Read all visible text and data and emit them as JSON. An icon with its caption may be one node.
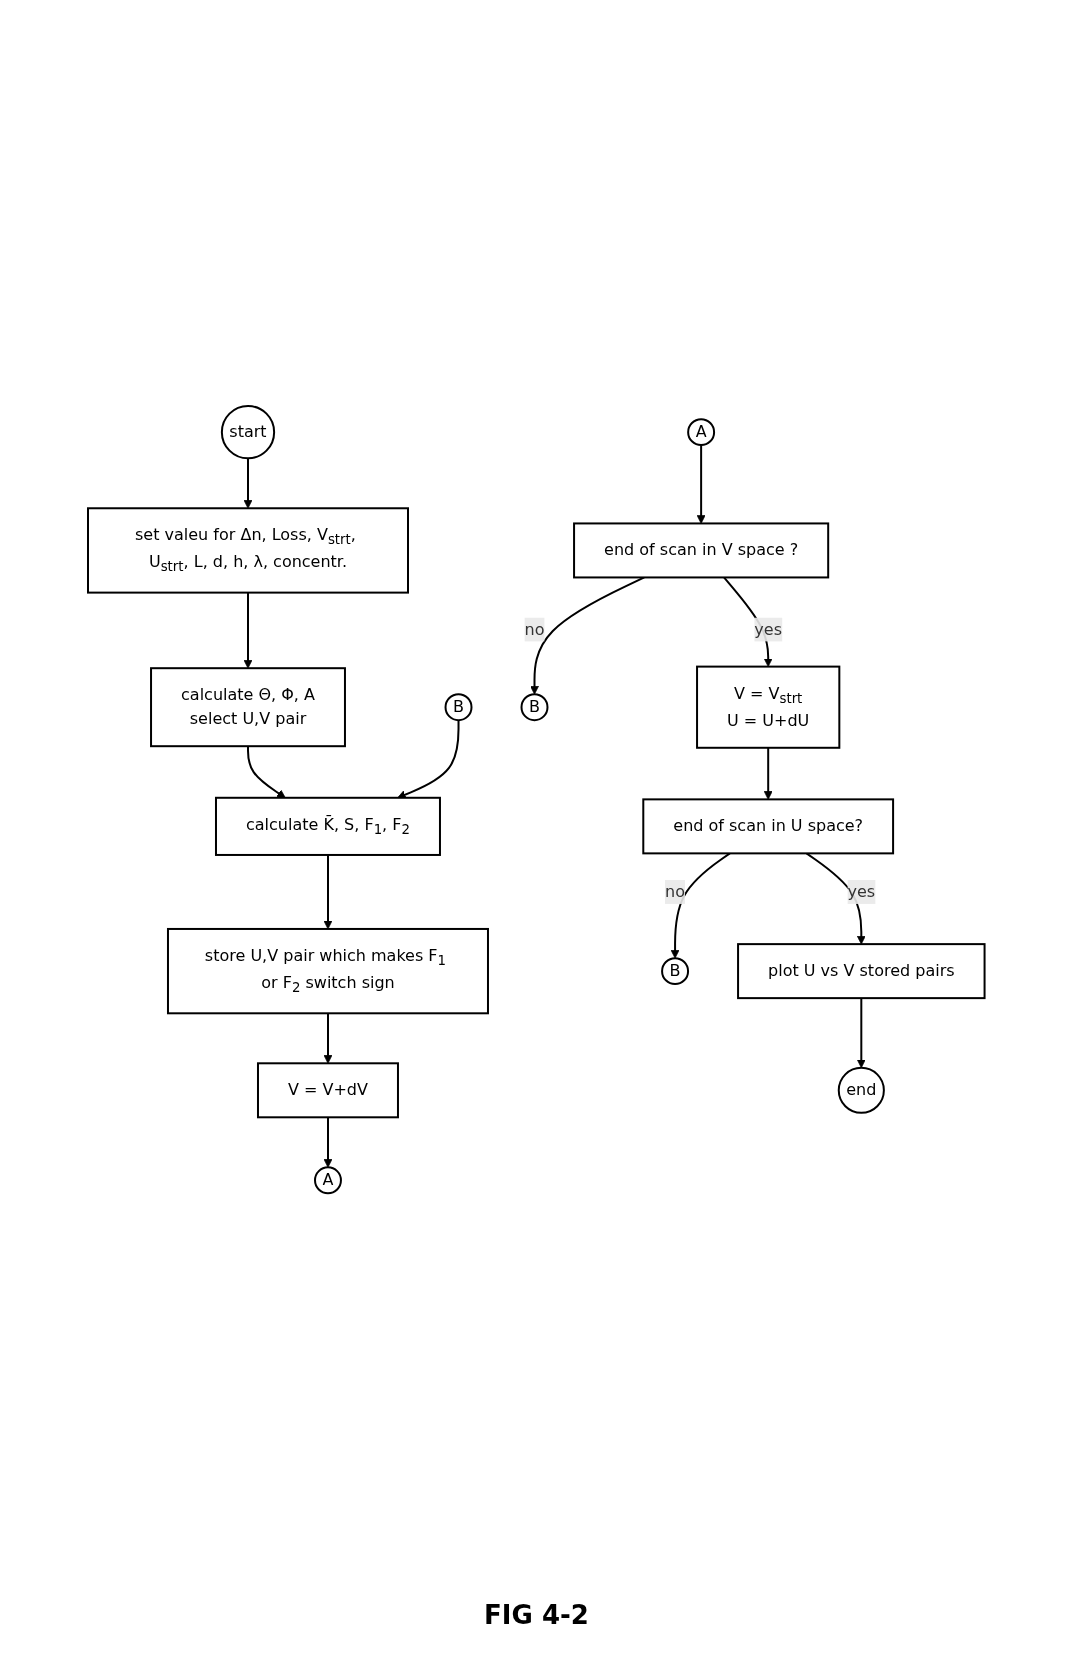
{
  "diagram": {
    "caption": "FIG 4-2",
    "nodes": [
      {
        "text": [
          "start"
        ]
      },
      {
        "text": [
          "set valeu for Δn, Loss, V$_{strt}$, U$_{strt}$, L, d, h, λ, concentr."
        ]
      },
      {
        "text": [
          "calculate Θ, Φ, A",
          "select U,V pair"
        ]
      },
      {
        "text": [
          "B"
        ]
      },
      {
        "text": [
          "calculate K̄, S, F$_{1}$, F$_{2}$"
        ]
      },
      {
        "text": [
          "store U,V pair which makes F$_{1}$ or F$_{2}$ switch sign"
        ]
      },
      {
        "text": [
          "V = V+dV"
        ]
      },
      {
        "text": [
          "A"
        ]
      },
      {
        "text": [
          "A"
        ]
      },
      {
        "text": [
          "end of scan in V space ?"
        ]
      },
      {
        "text": [
          "B"
        ]
      },
      {
        "text": [
          "V = V$_{strt}$",
          "U = U+dU"
        ]
      },
      {
        "text": [
          "end of scan in U space?"
        ]
      },
      {
        "text": [
          "B"
        ]
      },
      {
        "text": [
          "plot U vs V stored pairs"
        ]
      },
      {
        "text": [
          "end"
        ]
      }
    ],
    "edges": [
      {
        "from": 0,
        "to": 1,
        "arrow": "to"
      },
      {
        "from": 1,
        "to": 2,
        "arrow": "to"
      },
      {
        "from": 2,
        "to": 4,
        "arrow": "to"
      },
      {
        "from": 3,
        "to": 4,
        "arrow": "to"
      },
      {
        "from": 4,
        "to": 5,
        "arrow": "to"
      },
      {
        "from": 5,
        "to": 6,
        "arrow": "to"
      },
      {
        "from": 6,
        "to": 7,
        "arrow": "to"
      },
      {
        "from": 8,
        "to": 9,
        "arrow": "to"
      },
      {
        "from": 9,
        "to": 10,
        "label": "no",
        "arrow": "to"
      },
      {
        "from": 9,
        "to": 11,
        "label": "yes",
        "arrow": "to"
      },
      {
        "from": 11,
        "to": 12,
        "arrow": "to"
      },
      {
        "from": 12,
        "to": 13,
        "label": "no",
        "arrow": "to"
      },
      {
        "from": 12,
        "to": 14,
        "label": "yes",
        "arrow": "to"
      },
      {
        "from": 14,
        "to": 15,
        "arrow": "to"
      }
    ]
  }
}
